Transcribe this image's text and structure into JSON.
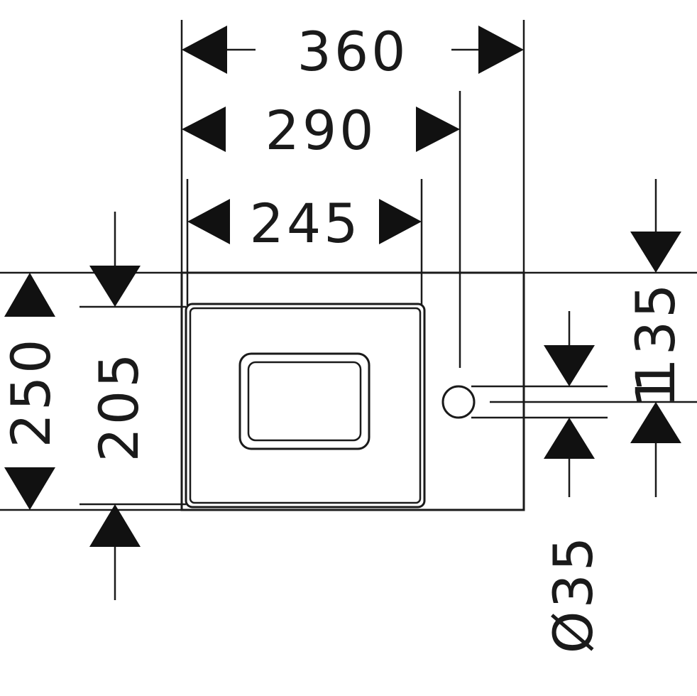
{
  "dimensions": {
    "total_width": "360",
    "hole_offset": "290",
    "plate_width": "245",
    "total_height": "250",
    "plate_height": "205",
    "hole_from_top": "135",
    "hole_pos_small": "1",
    "hole_diameter": "Ø35"
  }
}
